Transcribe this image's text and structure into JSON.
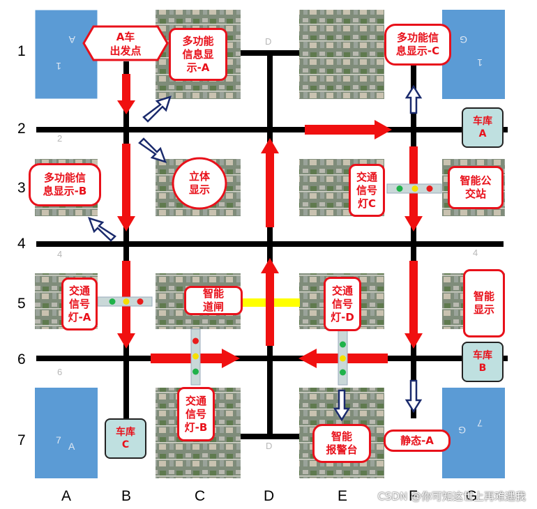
{
  "rows": [
    "1",
    "2",
    "3",
    "4",
    "5",
    "6",
    "7"
  ],
  "cols": [
    "A",
    "B",
    "C",
    "D",
    "E",
    "F",
    "G"
  ],
  "lot_labels": {
    "tl_a": "A",
    "tl_1": "1",
    "tr_g": "G",
    "tr_1": "1",
    "bl_7": "7",
    "bl_a": "A",
    "br_g": "G",
    "br_7": "7",
    "road2": "2",
    "road4": "4",
    "road4r": "4",
    "road6": "6",
    "d_top": "D",
    "d_bottom": "D"
  },
  "callouts": {
    "start": "A车\n出发点",
    "info_a": "多功能\n信息显\n示-A",
    "info_c": "多功能信\n息显示-C",
    "info_b": "多功能信\n息显示-B",
    "stereo": "立体\n显示",
    "light_c": "交通\n信号\n灯C",
    "bus": "智能公\n交站",
    "light_a": "交通\n信号\n灯-A",
    "gate": "智能\n道闸",
    "light_d": "交通\n信号\n灯-D",
    "smart_display": "智能\n显示",
    "light_b": "交通\n信号\n灯-B",
    "alarm": "智能\n报警台",
    "static_a": "静态-A"
  },
  "garages": {
    "a": "车库\nA",
    "b": "车库\nB",
    "c": "车库\nC"
  },
  "watermark": "CSDN @你可知这世上再难遇我",
  "colors": {
    "road": "#000000",
    "route": "#f01010",
    "gate": "#ffff00",
    "lot": "#5b9bd5",
    "signal_green": "#1fb24a",
    "signal_yellow": "#f5e000",
    "signal_red": "#e81c1c"
  }
}
